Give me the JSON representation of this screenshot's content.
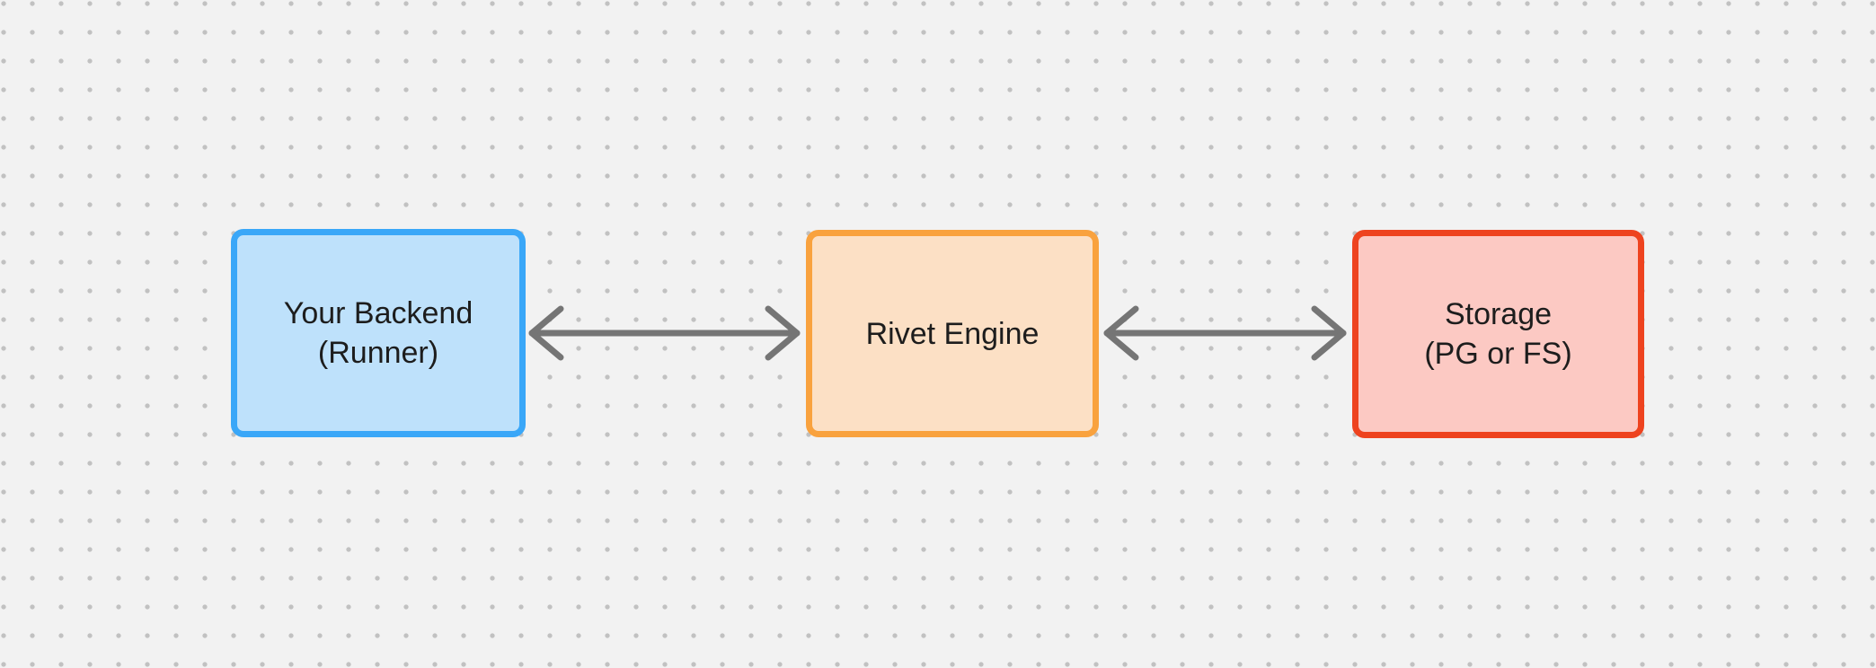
{
  "diagram": {
    "background_color": "#f2f2f2",
    "dot_grid_color": "#c1c1c1",
    "text_color": "#1d1d1d",
    "nodes": [
      {
        "id": "your-backend",
        "label_lines": [
          "Your Backend",
          "(Runner)"
        ],
        "border_color": "#3aa7f8",
        "fill_color": "#bee1fb"
      },
      {
        "id": "rivet-engine",
        "label_lines": [
          "Rivet Engine"
        ],
        "border_color": "#f9a23e",
        "fill_color": "#fce0c5"
      },
      {
        "id": "storage",
        "label_lines": [
          "Storage",
          "(PG or FS)"
        ],
        "border_color": "#ee431f",
        "fill_color": "#fcc9c3"
      }
    ],
    "connectors": [
      {
        "id": "backend-engine",
        "type": "double-headed-arrow",
        "color": "#757575"
      },
      {
        "id": "engine-storage",
        "type": "double-headed-arrow",
        "color": "#757575"
      }
    ]
  }
}
